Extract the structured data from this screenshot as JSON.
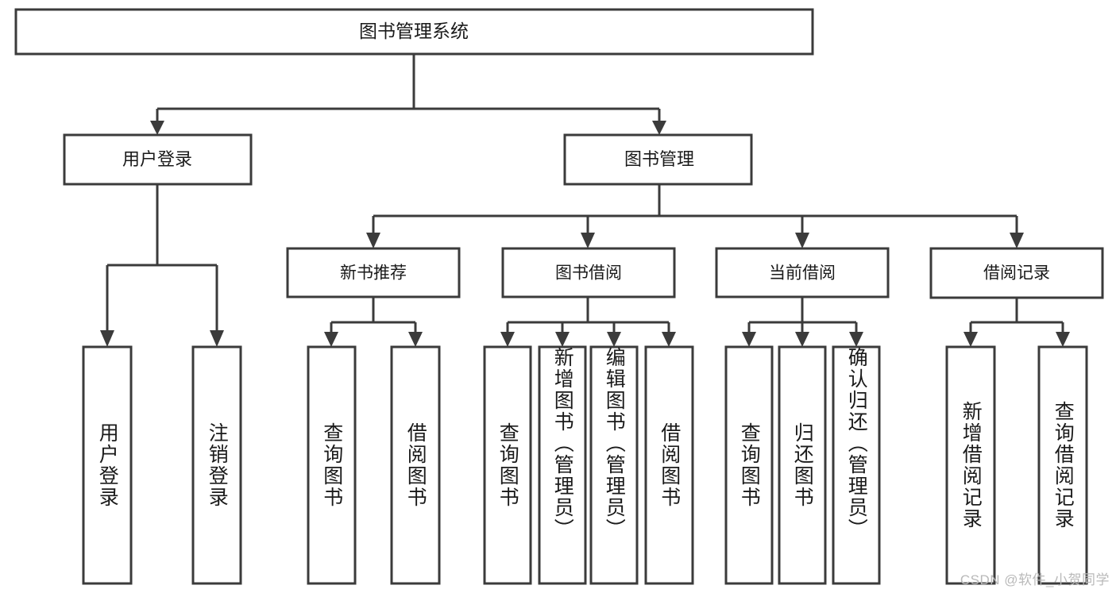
{
  "diagram": {
    "title": "图书管理系统",
    "watermark": "CSDN @软件_小贺同学",
    "colors": {
      "stroke": "#3b3b3b",
      "fill": "#ffffff",
      "text": "#1a1a1a",
      "watermark": "#b9b9b9"
    },
    "level1": {
      "label": "图书管理系统"
    },
    "level2": [
      {
        "label": "用户登录"
      },
      {
        "label": "图书管理"
      }
    ],
    "level3": [
      {
        "label": "新书推荐"
      },
      {
        "label": "图书借阅"
      },
      {
        "label": "当前借阅"
      },
      {
        "label": "借阅记录"
      }
    ],
    "leaves": [
      {
        "label": "用户登录",
        "parent": "用户登录"
      },
      {
        "label": "注销登录",
        "parent": "用户登录"
      },
      {
        "label": "查询图书",
        "parent": "新书推荐"
      },
      {
        "label": "借阅图书",
        "parent": "新书推荐"
      },
      {
        "label": "查询图书",
        "parent": "图书借阅"
      },
      {
        "label": "新增图书（管理员）",
        "parent": "图书借阅"
      },
      {
        "label": "编辑图书（管理员）",
        "parent": "图书借阅"
      },
      {
        "label": "借阅图书",
        "parent": "图书借阅"
      },
      {
        "label": "查询图书",
        "parent": "当前借阅"
      },
      {
        "label": "归还图书",
        "parent": "当前借阅"
      },
      {
        "label": "确认归还（管理员）",
        "parent": "当前借阅"
      },
      {
        "label": "新增借阅记录",
        "parent": "借阅记录"
      },
      {
        "label": "查询借阅记录",
        "parent": "借阅记录"
      }
    ]
  }
}
